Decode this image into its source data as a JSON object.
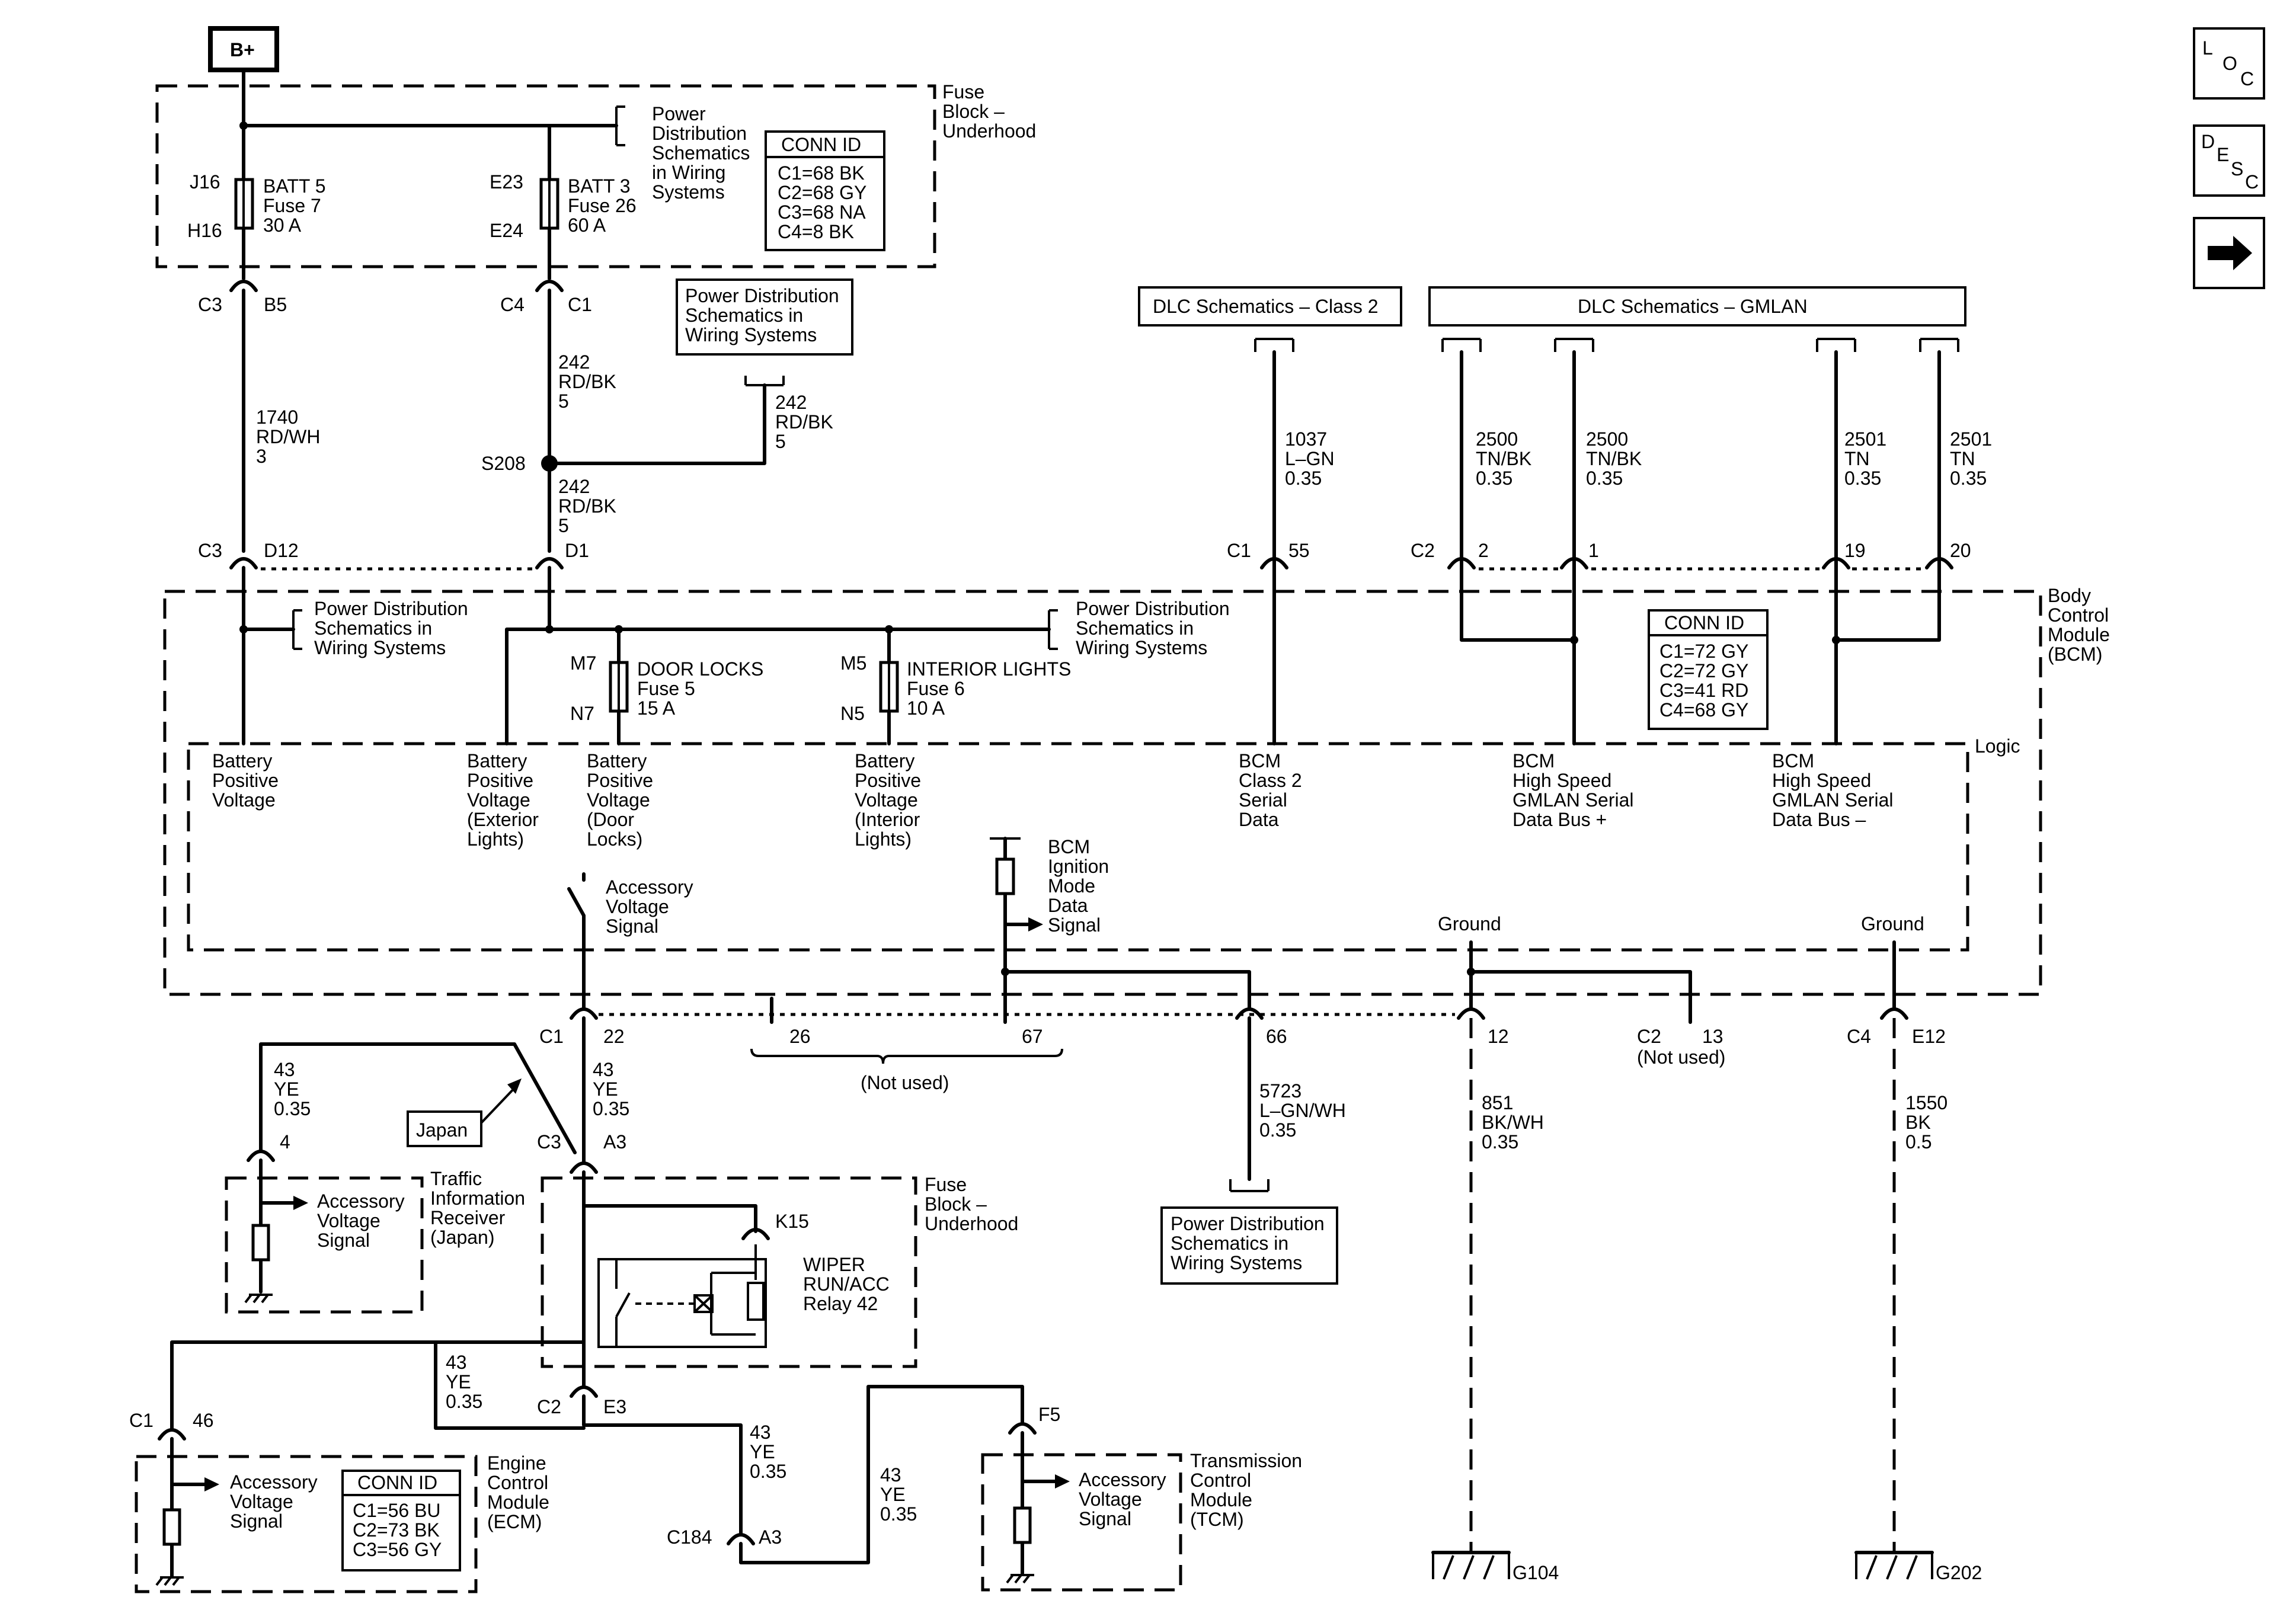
{
  "nav": {
    "loc": [
      "L",
      "O",
      "C"
    ],
    "desc": [
      "D",
      "E",
      "S",
      "C"
    ],
    "next": "arrow-right"
  },
  "power": {
    "bplus": "B+"
  },
  "fuse_block_top": {
    "label": [
      "Fuse",
      "Block –",
      "Underhood"
    ],
    "pd_ref": [
      "Power",
      "Distribution",
      "Schematics",
      "in Wiring",
      "Systems"
    ],
    "conn_title": "CONN ID",
    "conn": [
      "C1=68 BK",
      "C2=68 GY",
      "C3=68 NA",
      "C4=8 BK"
    ],
    "fuse1": {
      "top": "J16",
      "bottom": "H16",
      "text": [
        "BATT 5",
        "Fuse 7",
        "30 A"
      ]
    },
    "fuse2": {
      "top": "E23",
      "bottom": "E24",
      "text": [
        "BATT 3",
        "Fuse 26",
        "60 A"
      ]
    }
  },
  "pd_box_mid": [
    "Power Distribution",
    "Schematics in",
    "Wiring Systems"
  ],
  "dlc_class2": "DLC Schematics – Class 2",
  "dlc_gmlan": "DLC Schematics – GMLAN",
  "wires": {
    "w1740": [
      "1740",
      "RD/WH",
      "3"
    ],
    "w242a": [
      "242",
      "RD/BK",
      "5"
    ],
    "w242b": [
      "242",
      "RD/BK",
      "5"
    ],
    "w242c": [
      "242",
      "RD/BK",
      "5"
    ],
    "w1037": [
      "1037",
      "L–GN",
      "0.35"
    ],
    "w2500a": [
      "2500",
      "TN/BK",
      "0.35"
    ],
    "w2500b": [
      "2500",
      "TN/BK",
      "0.35"
    ],
    "w2501a": [
      "2501",
      "TN",
      "0.35"
    ],
    "w2501b": [
      "2501",
      "TN",
      "0.35"
    ],
    "w43a": [
      "43",
      "YE",
      "0.35"
    ],
    "w43b": [
      "43",
      "YE",
      "0.35"
    ],
    "w43c": [
      "43",
      "YE",
      "0.35"
    ],
    "w43d": [
      "43",
      "YE",
      "0.35"
    ],
    "w43e": [
      "43",
      "YE",
      "0.35"
    ],
    "w5723": [
      "5723",
      "L–GN/WH",
      "0.35"
    ],
    "w851": [
      "851",
      "BK/WH",
      "0.35"
    ],
    "w1550": [
      "1550",
      "BK",
      "0.5"
    ]
  },
  "connectors": {
    "c3b5": [
      "C3",
      "B5"
    ],
    "c4c1": [
      "C4",
      "C1"
    ],
    "s208": "S208",
    "c3d12": [
      "C3",
      "D12"
    ],
    "d1": "D1",
    "c1_55": [
      "C1",
      "55"
    ],
    "c2_2": [
      "C2",
      "2"
    ],
    "c2_1": "1",
    "c2_19": "19",
    "c2_20": "20",
    "c1_22": [
      "C1",
      "22"
    ],
    "c1_26": "26",
    "c1_67": "67",
    "c1_66": "66",
    "c1_12": "12",
    "c2_13": [
      "C2",
      "13"
    ],
    "c4_e12": [
      "C4",
      "E12"
    ],
    "not_used1": "(Not used)",
    "not_used2": "(Not used)",
    "tir_4": "4",
    "c3_a3": [
      "C3",
      "A3"
    ],
    "k15": "K15",
    "c2_e3": [
      "C2",
      "E3"
    ],
    "c1_46": [
      "C1",
      "46"
    ],
    "c184": [
      "C184",
      "A3"
    ],
    "f5": "F5"
  },
  "bcm": {
    "label": [
      "Body",
      "Control",
      "Module",
      "(BCM)"
    ],
    "logic": "Logic",
    "pd_ref1": [
      "Power Distribution",
      "Schematics in",
      "Wiring Systems"
    ],
    "pd_ref2": [
      "Power Distribution",
      "Schematics in",
      "Wiring Systems"
    ],
    "conn_title": "CONN ID",
    "conn": [
      "C1=72 GY",
      "C2=72 GY",
      "C3=41 RD",
      "C4=68 GY"
    ],
    "fuse_door": {
      "top": "M7",
      "bottom": "N7",
      "text": [
        "DOOR LOCKS",
        "Fuse 5",
        "15 A"
      ]
    },
    "fuse_int": {
      "top": "M5",
      "bottom": "N5",
      "text": [
        "INTERIOR LIGHTS",
        "Fuse 6",
        "10 A"
      ]
    },
    "inputs": {
      "bpv": [
        "Battery",
        "Positive",
        "Voltage"
      ],
      "bpv_ext": [
        "Battery",
        "Positive",
        "Voltage",
        "(Exterior",
        "Lights)"
      ],
      "bpv_door": [
        "Battery",
        "Positive",
        "Voltage",
        "(Door",
        "Locks)"
      ],
      "bpv_int": [
        "Battery",
        "Positive",
        "Voltage",
        "(Interior",
        "Lights)"
      ],
      "class2": [
        "BCM",
        "Class 2",
        "Serial",
        "Data"
      ],
      "gmlan_p": [
        "BCM",
        "High Speed",
        "GMLAN Serial",
        "Data Bus +"
      ],
      "gmlan_n": [
        "BCM",
        "High Speed",
        "GMLAN Serial",
        "Data Bus –"
      ]
    },
    "acc": [
      "Accessory",
      "Voltage",
      "Signal"
    ],
    "ign": [
      "BCM",
      "Ignition",
      "Mode",
      "Data",
      "Signal"
    ],
    "ground1": "Ground",
    "ground2": "Ground"
  },
  "japan": "Japan",
  "tir": {
    "label": [
      "Traffic",
      "Information",
      "Receiver",
      "(Japan)"
    ],
    "signal": [
      "Accessory",
      "Voltage",
      "Signal"
    ]
  },
  "fuse_block_low": {
    "label": [
      "Fuse",
      "Block –",
      "Underhood"
    ],
    "relay": [
      "WIPER",
      "RUN/ACC",
      "Relay 42"
    ]
  },
  "pd_box_low": [
    "Power Distribution",
    "Schematics in",
    "Wiring Systems"
  ],
  "ecm": {
    "label": [
      "Engine",
      "Control",
      "Module",
      "(ECM)"
    ],
    "signal": [
      "Accessory",
      "Voltage",
      "Signal"
    ],
    "conn_title": "CONN ID",
    "conn": [
      "C1=56 BU",
      "C2=73 BK",
      "C3=56 GY"
    ]
  },
  "tcm": {
    "label": [
      "Transmission",
      "Control",
      "Module",
      "(TCM)"
    ],
    "signal": [
      "Accessory",
      "Voltage",
      "Signal"
    ]
  },
  "grounds": {
    "g104": "G104",
    "g202": "G202"
  }
}
